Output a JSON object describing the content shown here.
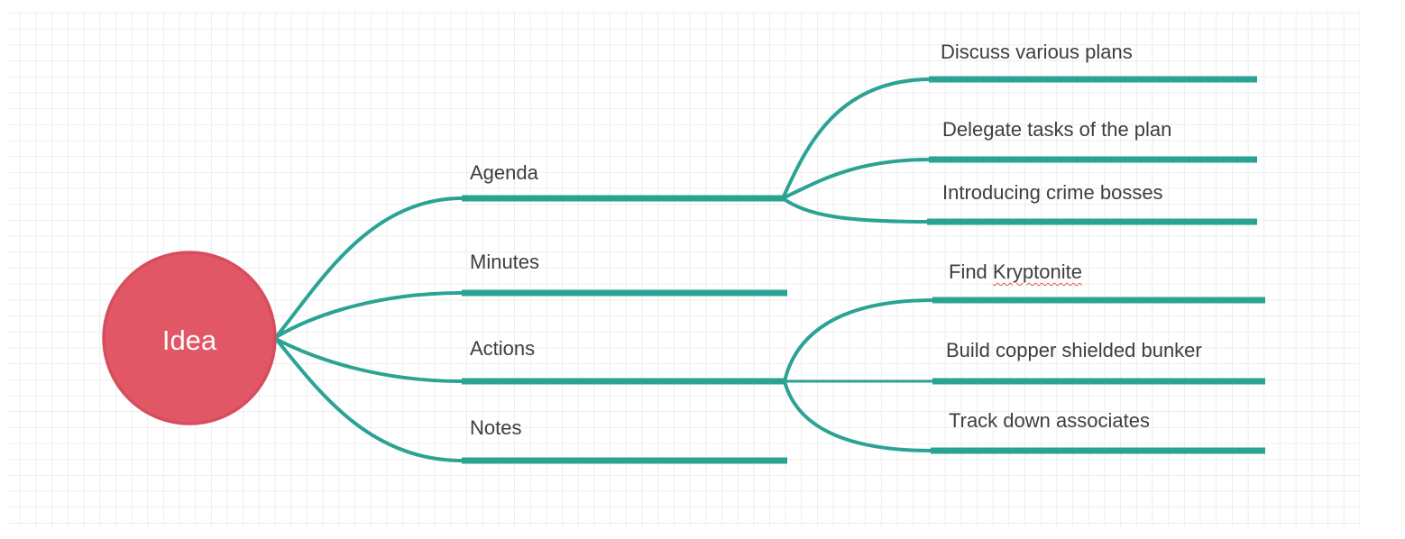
{
  "mindmap": {
    "root": {
      "label": "Idea"
    },
    "branches": [
      {
        "label": "Agenda",
        "children": [
          {
            "label": "Discuss various plans"
          },
          {
            "label": "Delegate tasks of the plan"
          },
          {
            "label": "Introducing crime bosses"
          }
        ]
      },
      {
        "label": "Minutes",
        "children": []
      },
      {
        "label": "Actions",
        "children": [
          {
            "label_prefix": "Find ",
            "label_misspelled": "Kryptonite"
          },
          {
            "label": "Build copper shielded bunker"
          },
          {
            "label": "Track down associates"
          }
        ]
      },
      {
        "label": "Notes",
        "children": []
      }
    ],
    "colors": {
      "branch": "#2ba393",
      "root_fill": "#e25765",
      "root_border": "#d64d5e",
      "root_text": "#fcfcfc",
      "label_text": "#3e3e3e",
      "spellcheck_underline": "#e8564b",
      "grid_line": "#ededf1",
      "background": "#ffffff"
    }
  }
}
